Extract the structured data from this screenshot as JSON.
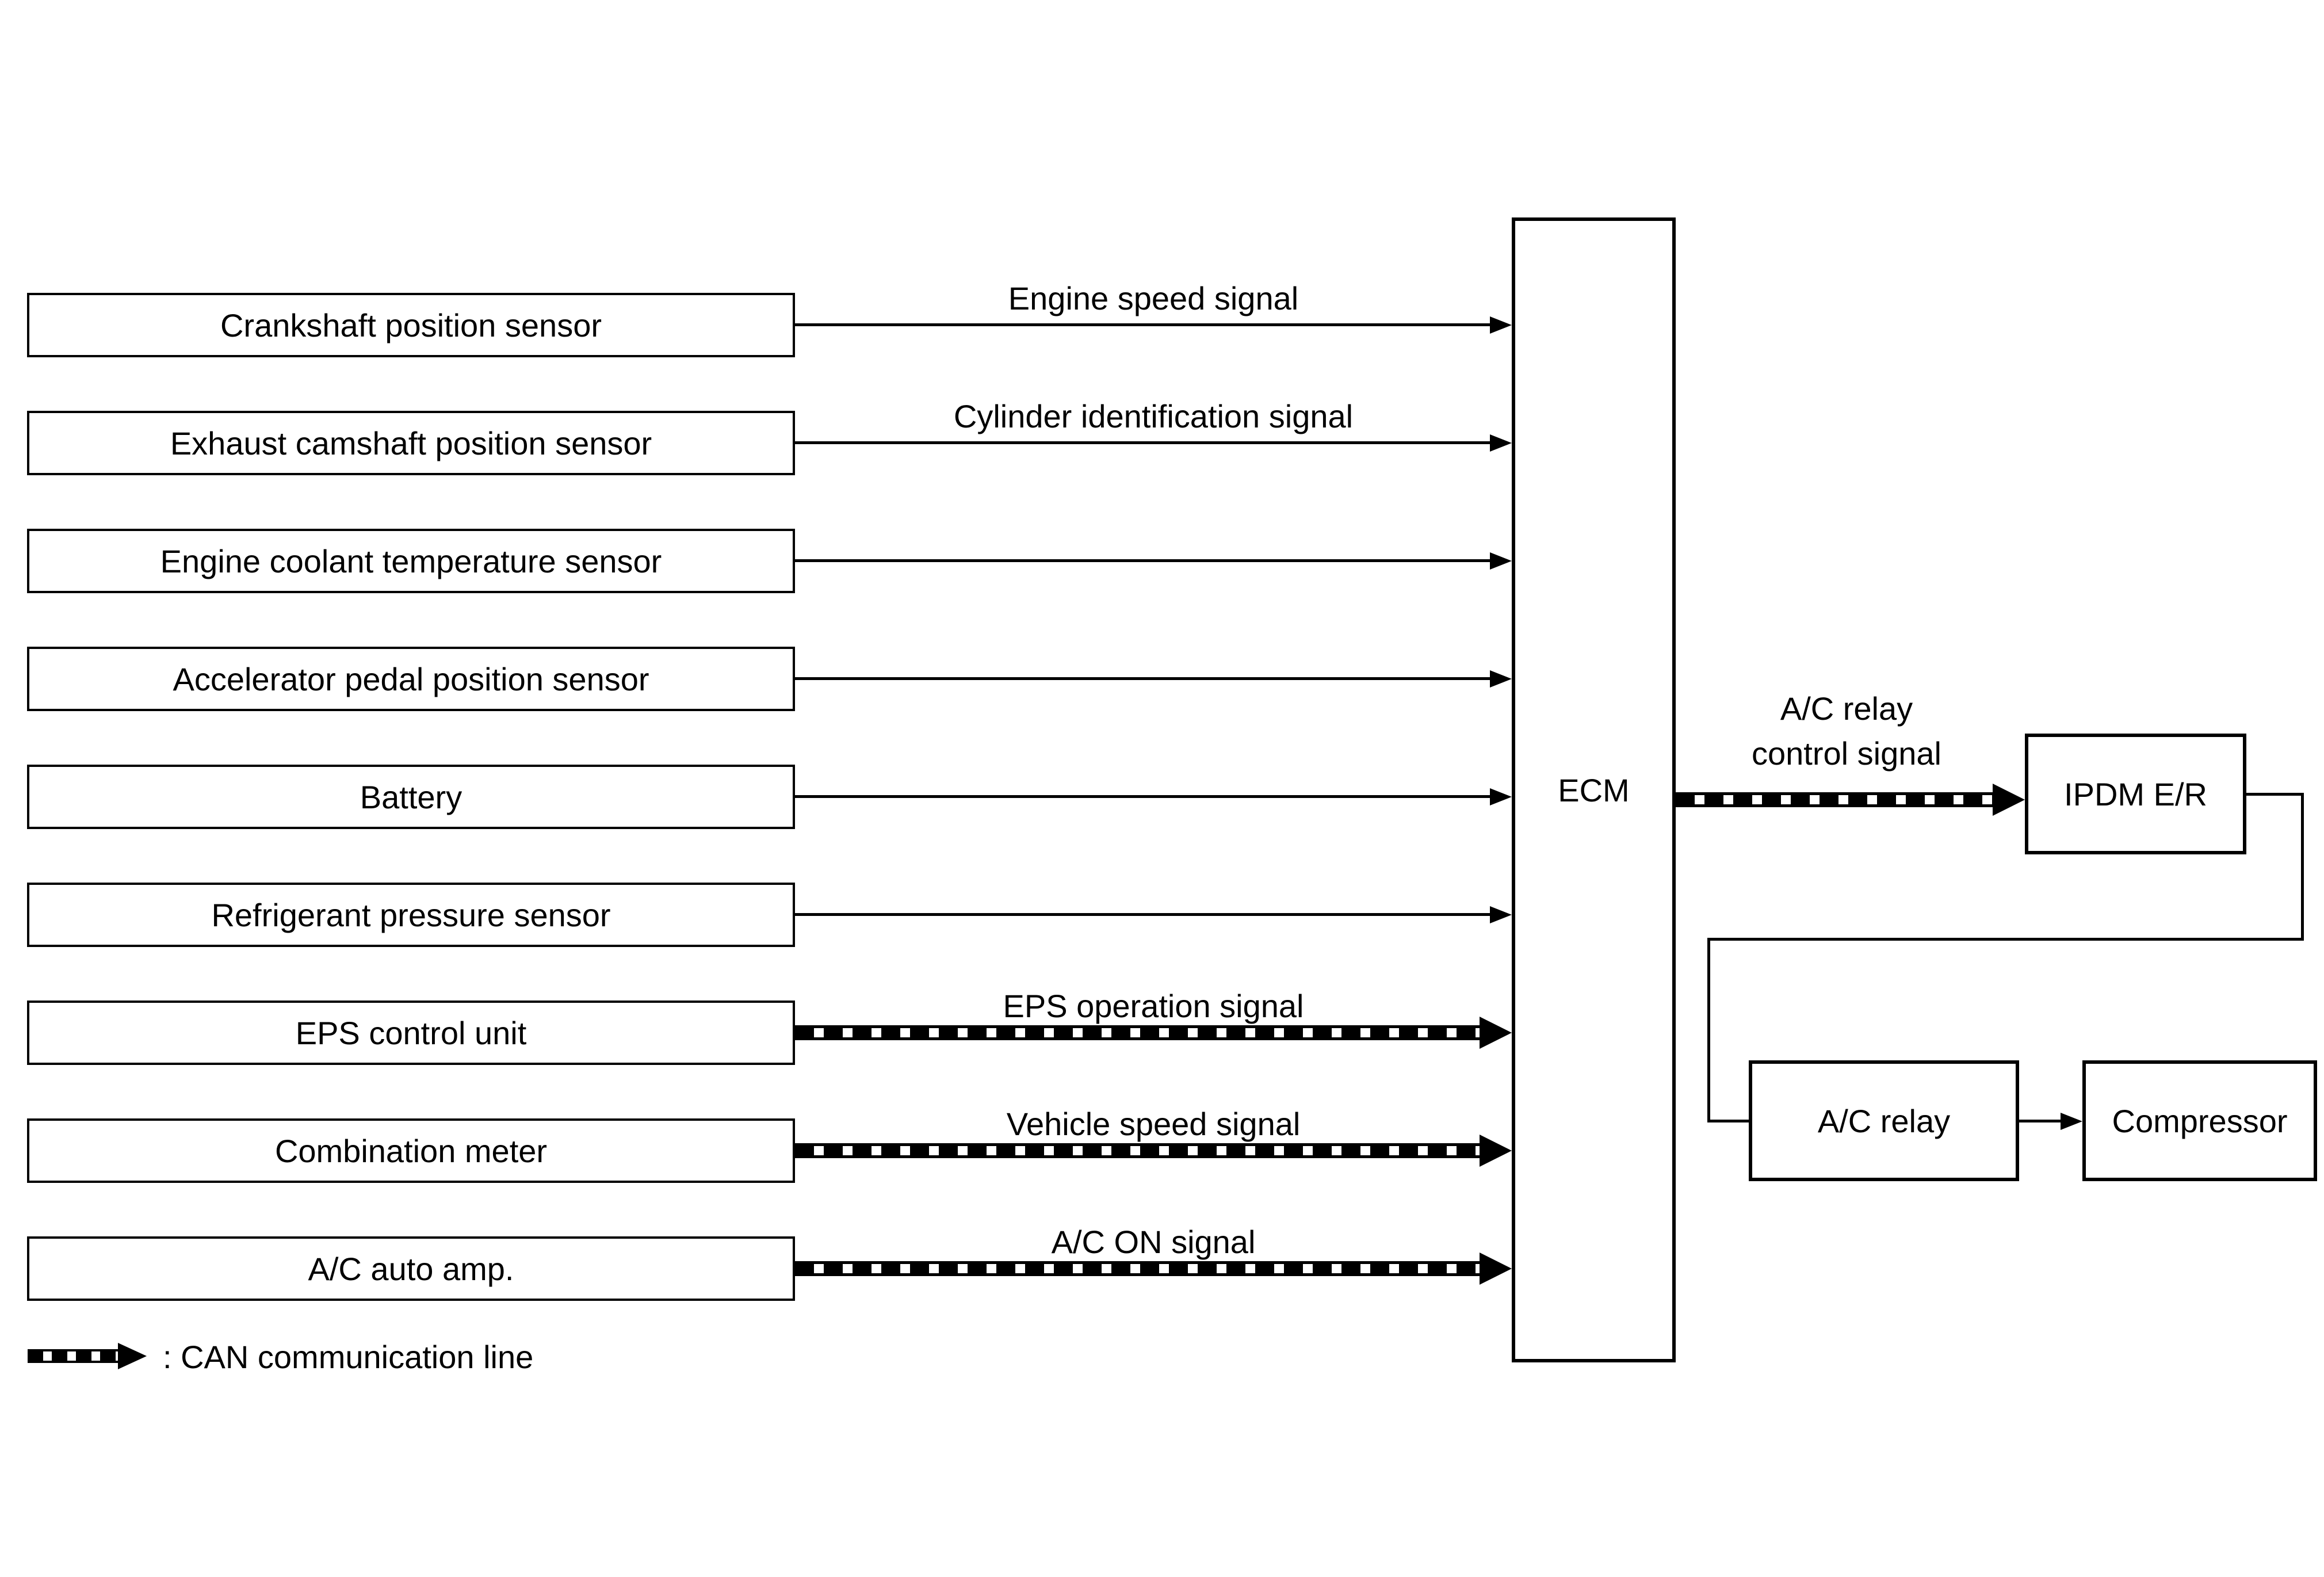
{
  "sources": [
    {
      "label": "Crankshaft position sensor",
      "signal": "Engine speed signal",
      "line_type": "direct"
    },
    {
      "label": "Exhaust camshaft position sensor",
      "signal": "Cylinder identification signal",
      "line_type": "direct"
    },
    {
      "label": "Engine coolant temperature sensor",
      "signal": "",
      "line_type": "direct"
    },
    {
      "label": "Accelerator pedal position sensor",
      "signal": "",
      "line_type": "direct"
    },
    {
      "label": "Battery",
      "signal": "",
      "line_type": "direct"
    },
    {
      "label": "Refrigerant pressure sensor",
      "signal": "",
      "line_type": "direct"
    },
    {
      "label": "EPS control unit",
      "signal": "EPS operation signal",
      "line_type": "can"
    },
    {
      "label": "Combination meter",
      "signal": "Vehicle speed signal",
      "line_type": "can"
    },
    {
      "label": "A/C auto amp.",
      "signal": "A/C ON signal",
      "line_type": "can"
    }
  ],
  "ecm": {
    "label": "ECM"
  },
  "output": {
    "relay_control_signal_line1": "A/C relay",
    "relay_control_signal_line2": "control signal",
    "ipdm_label": "IPDM E/R",
    "relay_label": "A/C relay",
    "compressor_label": "Compressor"
  },
  "legend": {
    "label": ": CAN communication line"
  },
  "colors": {
    "line": "#000000",
    "background": "#ffffff"
  }
}
